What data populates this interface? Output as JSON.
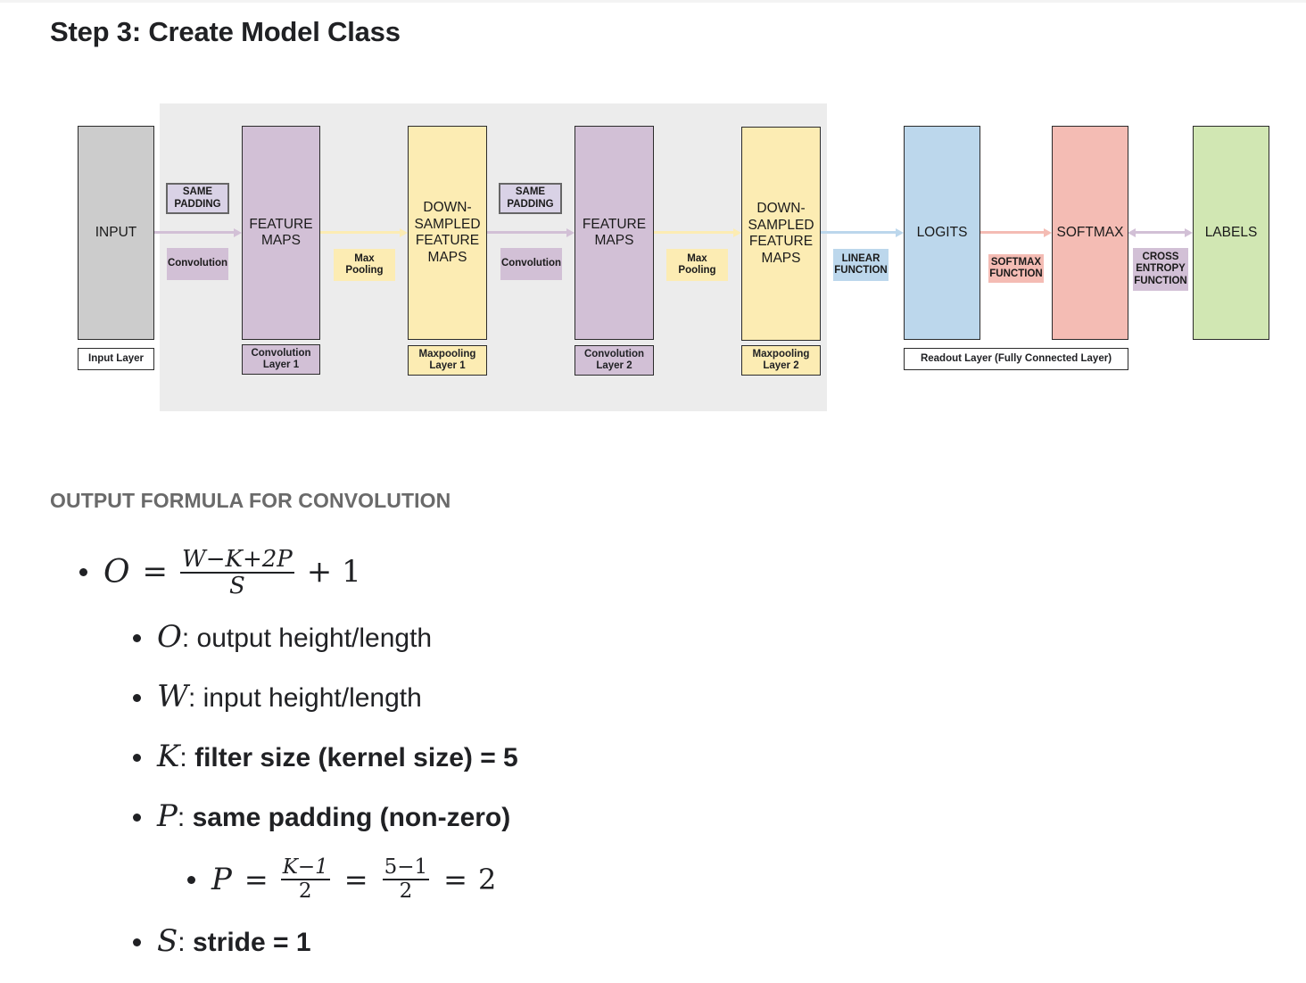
{
  "heading": "Step 3: Create Model Class",
  "diagram": {
    "blocks": {
      "input": "INPUT",
      "feature_maps_1": "FEATURE\nMAPS",
      "downsampled_1": "DOWN-\nSAMPLED\nFEATURE\nMAPS",
      "feature_maps_2": "FEATURE\nMAPS",
      "downsampled_2": "DOWN-\nSAMPLED\nFEATURE\nMAPS",
      "logits": "LOGITS",
      "softmax": "SOFTMAX",
      "labels": "LABELS"
    },
    "captions": {
      "input_layer": "Input Layer",
      "conv_layer_1": "Convolution\nLayer 1",
      "maxpool_layer_1": "Maxpooling\nLayer 1",
      "conv_layer_2": "Convolution\nLayer 2",
      "maxpool_layer_2": "Maxpooling\nLayer 2",
      "readout_layer": "Readout Layer (Fully Connected Layer)"
    },
    "tags": {
      "same_padding_1": "SAME\nPADDING",
      "convolution_1": "Convolution",
      "max_pooling_1": "Max\nPooling",
      "same_padding_2": "SAME\nPADDING",
      "convolution_2": "Convolution",
      "max_pooling_2": "Max\nPooling",
      "linear_function": "LINEAR\nFUNCTION",
      "softmax_function": "SOFTMAX\nFUNCTION",
      "cross_entropy_function": "CROSS\nENTROPY\nFUNCTION"
    },
    "colors": {
      "gray": "#cccccc",
      "purple": "#d2c0d6",
      "yellow": "#fcecb3",
      "blue": "#bcd7ec",
      "red": "#f4bcb4",
      "green": "#d1e7b3",
      "panel": "#ececec"
    }
  },
  "formula_section": {
    "title": "OUTPUT FORMULA FOR CONVOLUTION",
    "main_formula": {
      "lhs": "O",
      "equals": "=",
      "numerator": "W−K+2P",
      "denominator": "S",
      "tail": "+ 1"
    },
    "definitions": [
      {
        "symbol": "O",
        "text": ": output height/length",
        "bold": false
      },
      {
        "symbol": "W",
        "text": ": input height/length",
        "bold": false
      },
      {
        "symbol": "K",
        "text": ": ",
        "bold_text": "filter size (kernel size) = 5",
        "bold": true
      },
      {
        "symbol": "P",
        "text": ": ",
        "bold_text": "same padding (non-zero)",
        "bold": true
      },
      {
        "symbol": "S",
        "text": ": ",
        "bold_text": "stride = 1",
        "bold": true
      }
    ],
    "padding_formula": {
      "lhs": "P",
      "eq1": "=",
      "num1": "K−1",
      "den1": "2",
      "eq2": "=",
      "num2": "5−1",
      "den2": "2",
      "eq3": "=",
      "result": "2"
    }
  }
}
